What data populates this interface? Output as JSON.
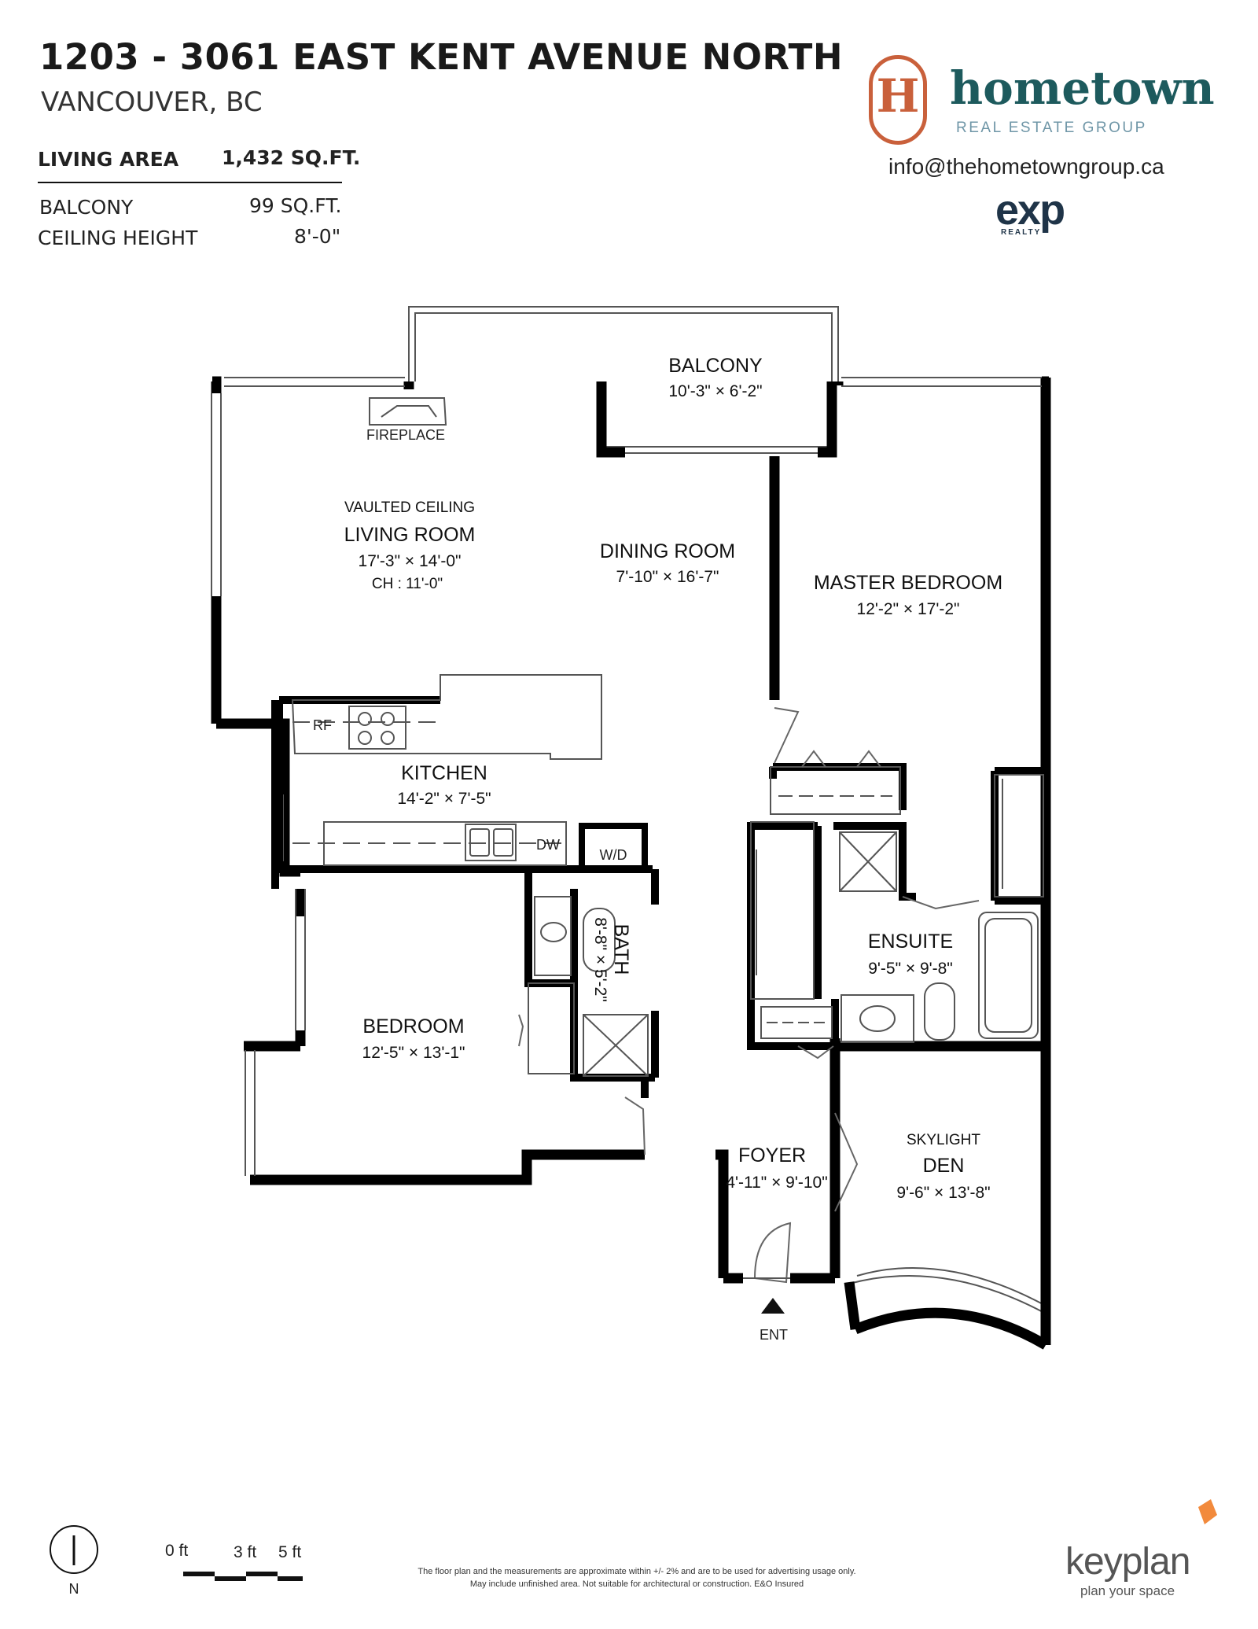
{
  "header": {
    "address": "1203 - 3061 EAST KENT AVENUE NORTH",
    "city": "VANCOUVER, BC"
  },
  "stats": {
    "living_area_label": "LIVING AREA",
    "living_area_value": "1,432 SQ.FT.",
    "balcony_label": "BALCONY",
    "balcony_value": "99 SQ.FT.",
    "ceiling_label": "CEILING HEIGHT",
    "ceiling_value": "8'-0\""
  },
  "branding": {
    "logo_letter": "H",
    "brand_name": "hometown",
    "brand_sub": "REAL ESTATE GROUP",
    "email": "info@thehometowngroup.ca",
    "exp_logo": "exp",
    "exp_sub": "REALTY",
    "brand_color": "#c9603b",
    "brand_text_color": "#1d5a5d"
  },
  "rooms": {
    "balcony": {
      "name": "BALCONY",
      "dims": "10'-3\"  ×  6'-2\""
    },
    "fireplace": "FIREPLACE",
    "living": {
      "note": "VAULTED CEILING",
      "name": "LIVING ROOM",
      "dims": "17'-3\"  ×  14'-0\"",
      "ch": "CH : 11'-0\""
    },
    "dining": {
      "name": "DINING ROOM",
      "dims": "7'-10\"  ×  16'-7\""
    },
    "master": {
      "name": "MASTER BEDROOM",
      "dims": "12'-2\"  ×  17'-2\""
    },
    "kitchen": {
      "name": "KITCHEN",
      "dims": "14'-2\"  ×  7'-5\""
    },
    "bath": {
      "name": "BATH",
      "dims": "8'-8\" × 5'-2\""
    },
    "ensuite": {
      "name": "ENSUITE",
      "dims": "9'-5\"  ×  9'-8\""
    },
    "bedroom": {
      "name": "BEDROOM",
      "dims": "12'-5\"  ×  13'-1\""
    },
    "foyer": {
      "name": "FOYER",
      "dims": "4'-11\" × 9'-10\""
    },
    "den": {
      "note": "SKYLIGHT",
      "name": "DEN",
      "dims": "9'-6\"  ×  13'-8\""
    }
  },
  "fixtures": {
    "rf": "RF",
    "dw": "DW",
    "wd": "W/D",
    "entry": "ENT"
  },
  "footer": {
    "compass": "N",
    "scale": [
      "0 ft",
      "3 ft",
      "5 ft"
    ],
    "disclaimer_1": "The floor plan and the measurements are approximate within +/- 2% and are to be used for advertising usage only.",
    "disclaimer_2": "May include unfinished area. Not suitable for architectural or construction. E&O Insured",
    "keyplan": "keyplan",
    "keyplan_sub": "plan your space"
  }
}
